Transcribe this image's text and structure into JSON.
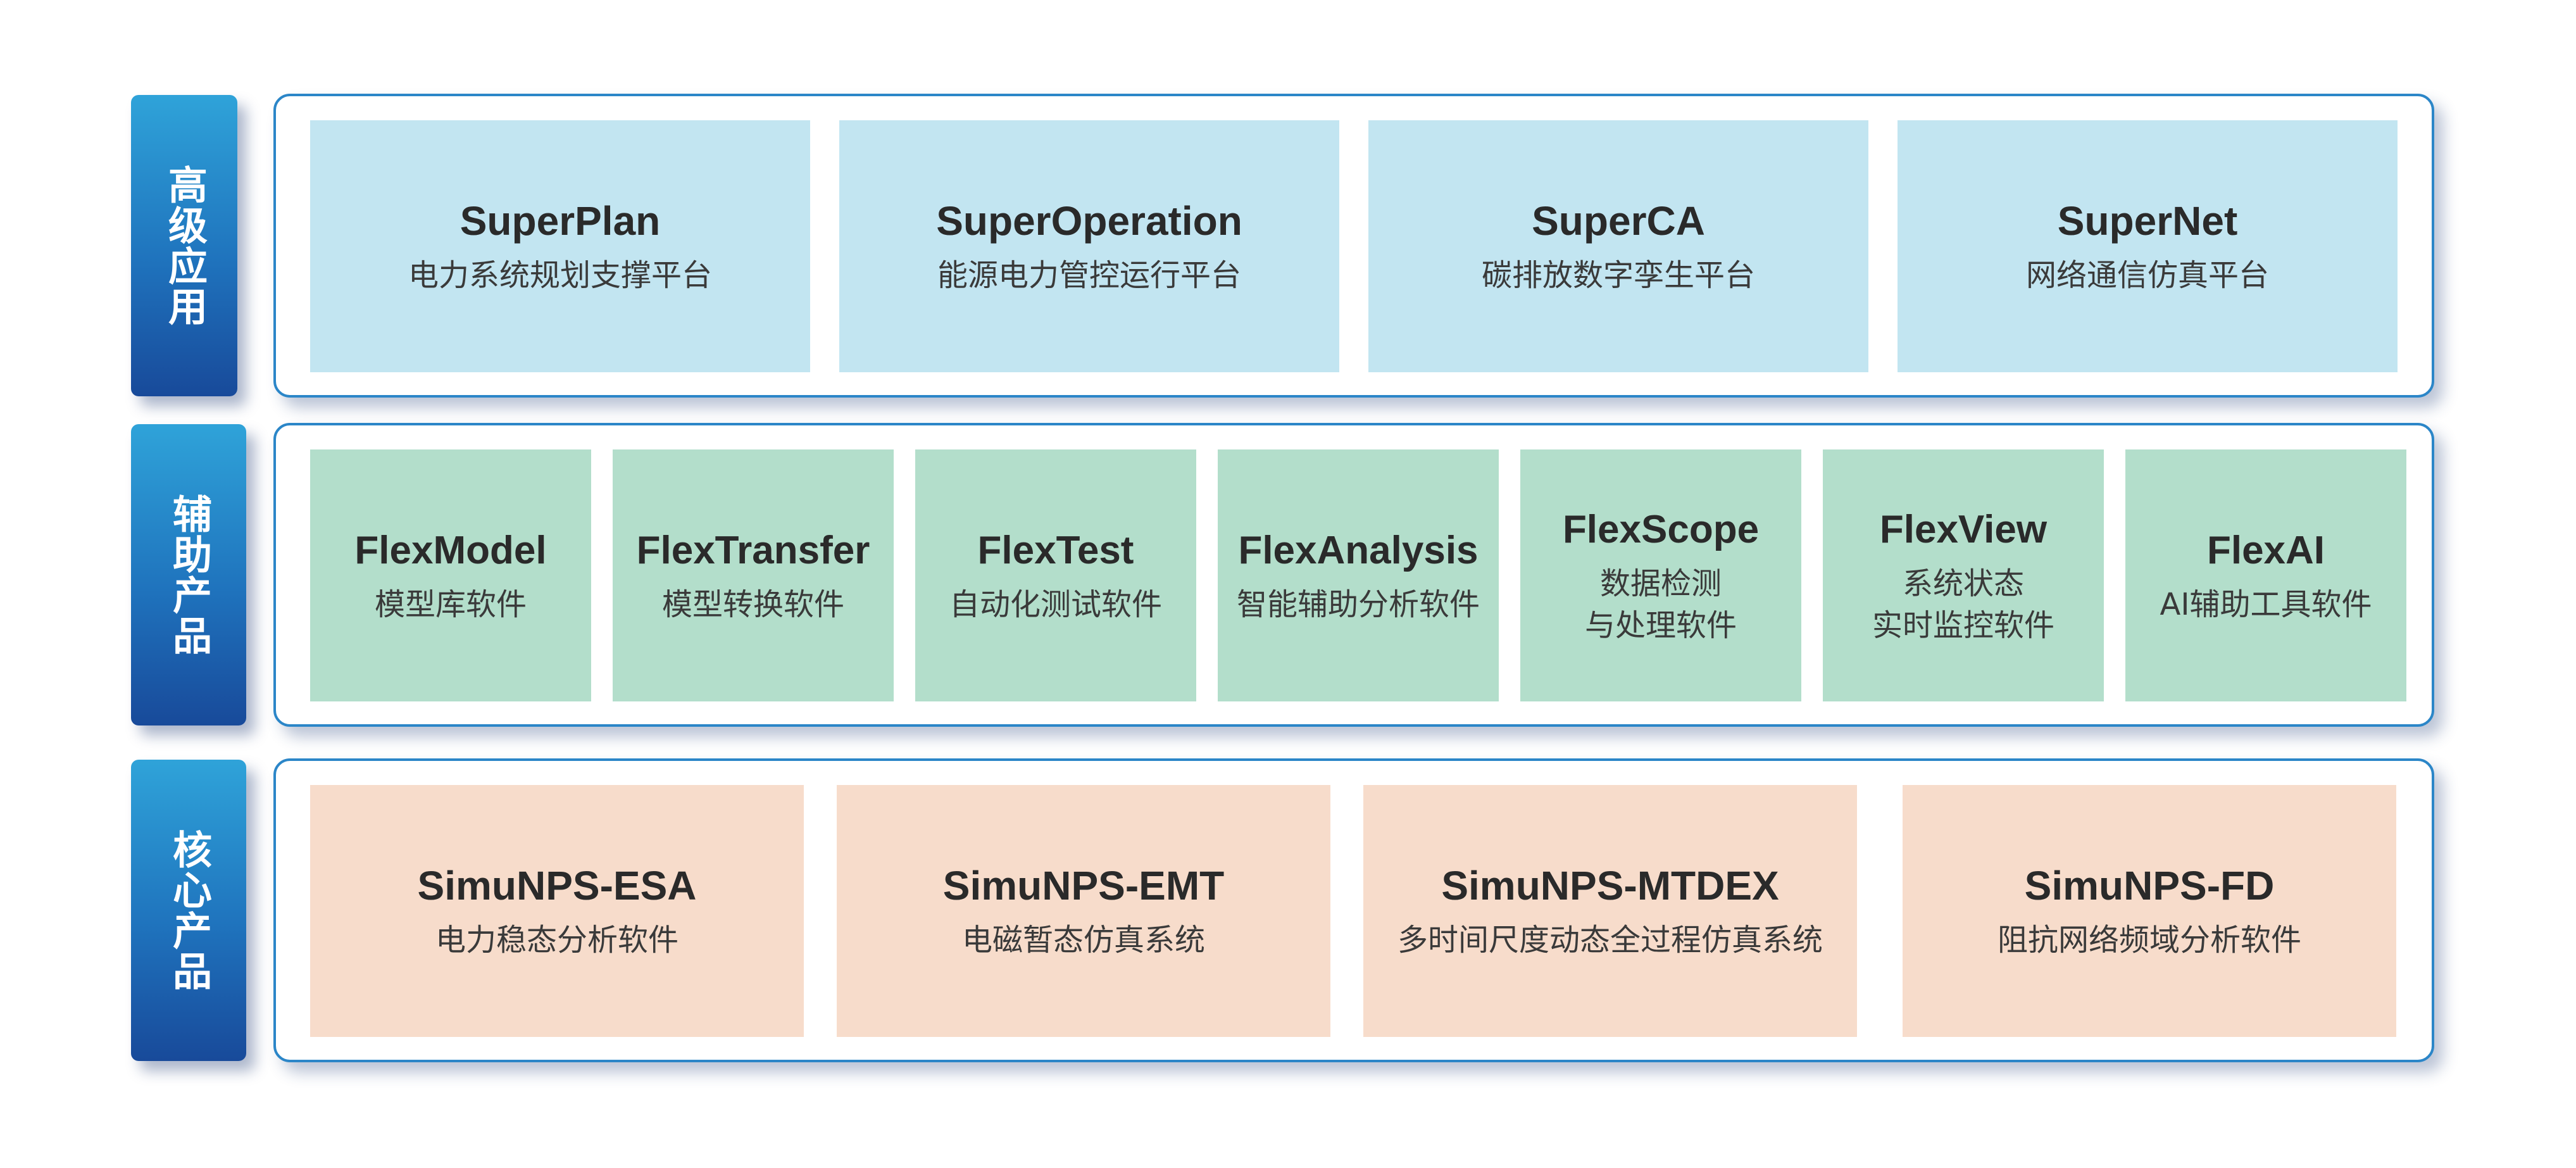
{
  "layers": [
    {
      "label": "高级应用",
      "color": "#c2e5f1",
      "cards": [
        {
          "name": "SuperPlan",
          "desc": "电力系统规划支撑平台"
        },
        {
          "name": "SuperOperation",
          "desc": "能源电力管控运行平台"
        },
        {
          "name": "SuperCA",
          "desc": "碳排放数字孪生平台"
        },
        {
          "name": "SuperNet",
          "desc": "网络通信仿真平台"
        }
      ]
    },
    {
      "label": "辅助产品",
      "color": "#b3decb",
      "cards": [
        {
          "name": "FlexModel",
          "desc": "模型库软件"
        },
        {
          "name": "FlexTransfer",
          "desc": "模型转换软件"
        },
        {
          "name": "FlexTest",
          "desc": "自动化测试软件"
        },
        {
          "name": "FlexAnalysis",
          "desc": "智能辅助分析软件"
        },
        {
          "name": "FlexScope",
          "desc": "数据检测\n与处理软件"
        },
        {
          "name": "FlexView",
          "desc": "系统状态\n实时监控软件"
        },
        {
          "name": "FlexAI",
          "desc": "AI辅助工具软件"
        }
      ]
    },
    {
      "label": "核心产品",
      "color": "#f7dccb",
      "cards": [
        {
          "name": "SimuNPS-ESA",
          "desc": "电力稳态分析软件"
        },
        {
          "name": "SimuNPS-EMT",
          "desc": "电磁暂态仿真系统"
        },
        {
          "name": "SimuNPS-MTDEX",
          "desc": "多时间尺度动态全过程仿真系统"
        },
        {
          "name": "SimuNPS-FD",
          "desc": "阻抗网络频域分析软件"
        }
      ]
    }
  ],
  "accent_color": "#1f73bd"
}
